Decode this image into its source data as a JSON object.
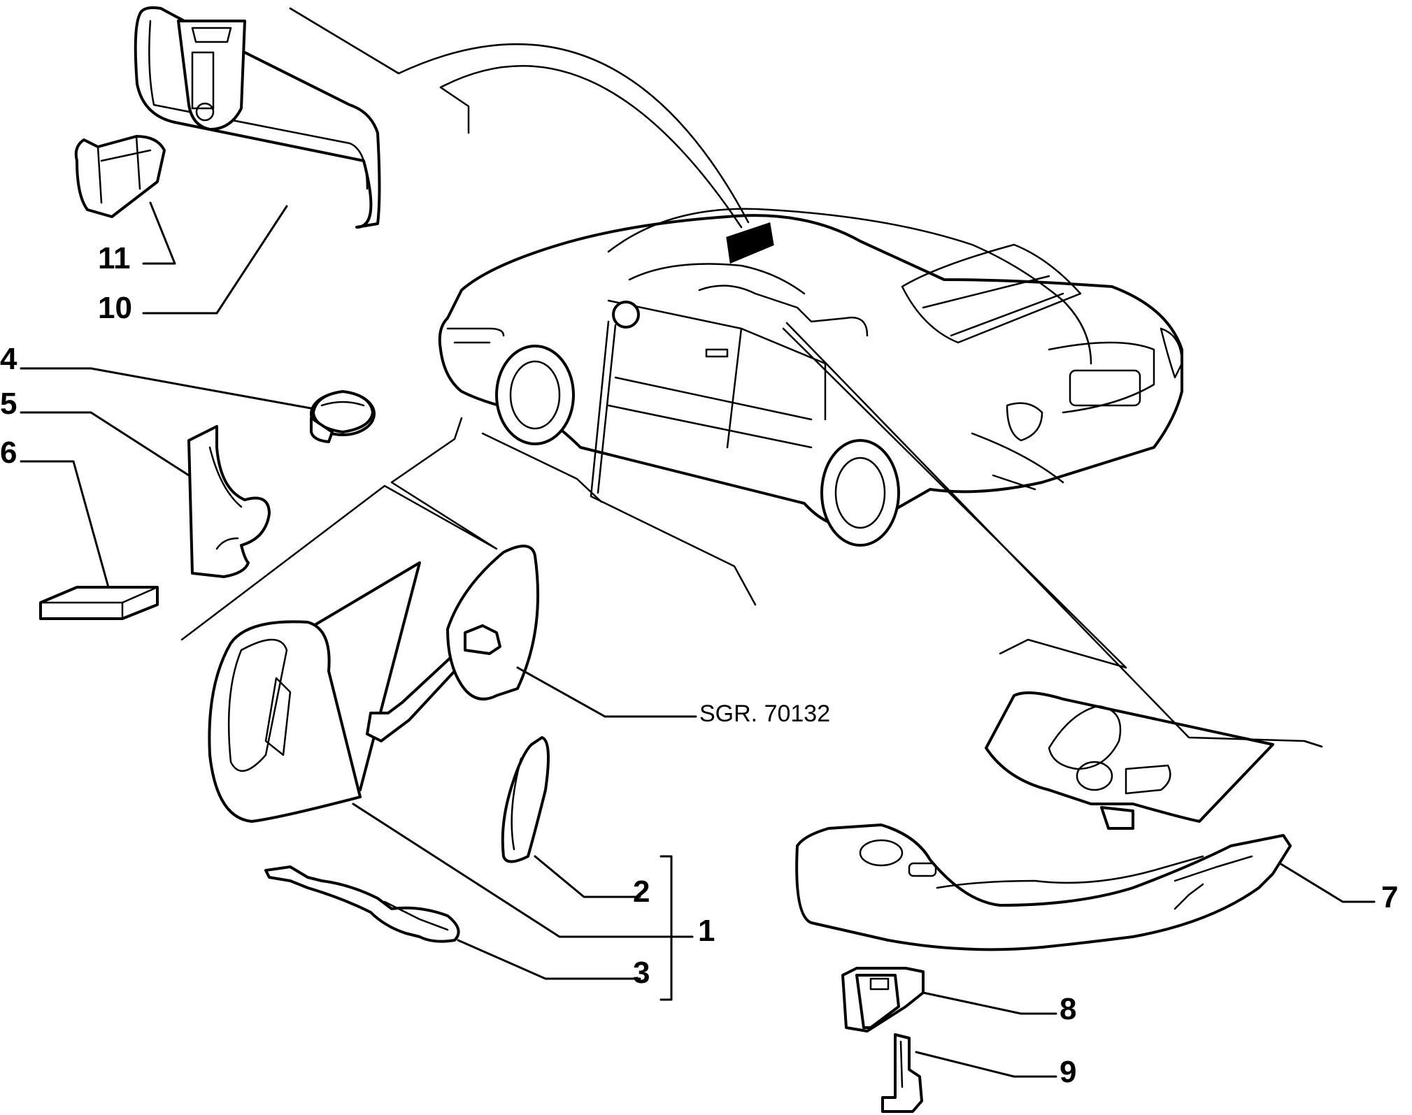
{
  "labels": {
    "l1": "1",
    "l2": "2",
    "l3": "3",
    "l4": "4",
    "l5": "5",
    "l6": "6",
    "l7": "7",
    "l8": "8",
    "l9": "9",
    "l10": "10",
    "l11": "11"
  },
  "reference": "SGR. 70132"
}
